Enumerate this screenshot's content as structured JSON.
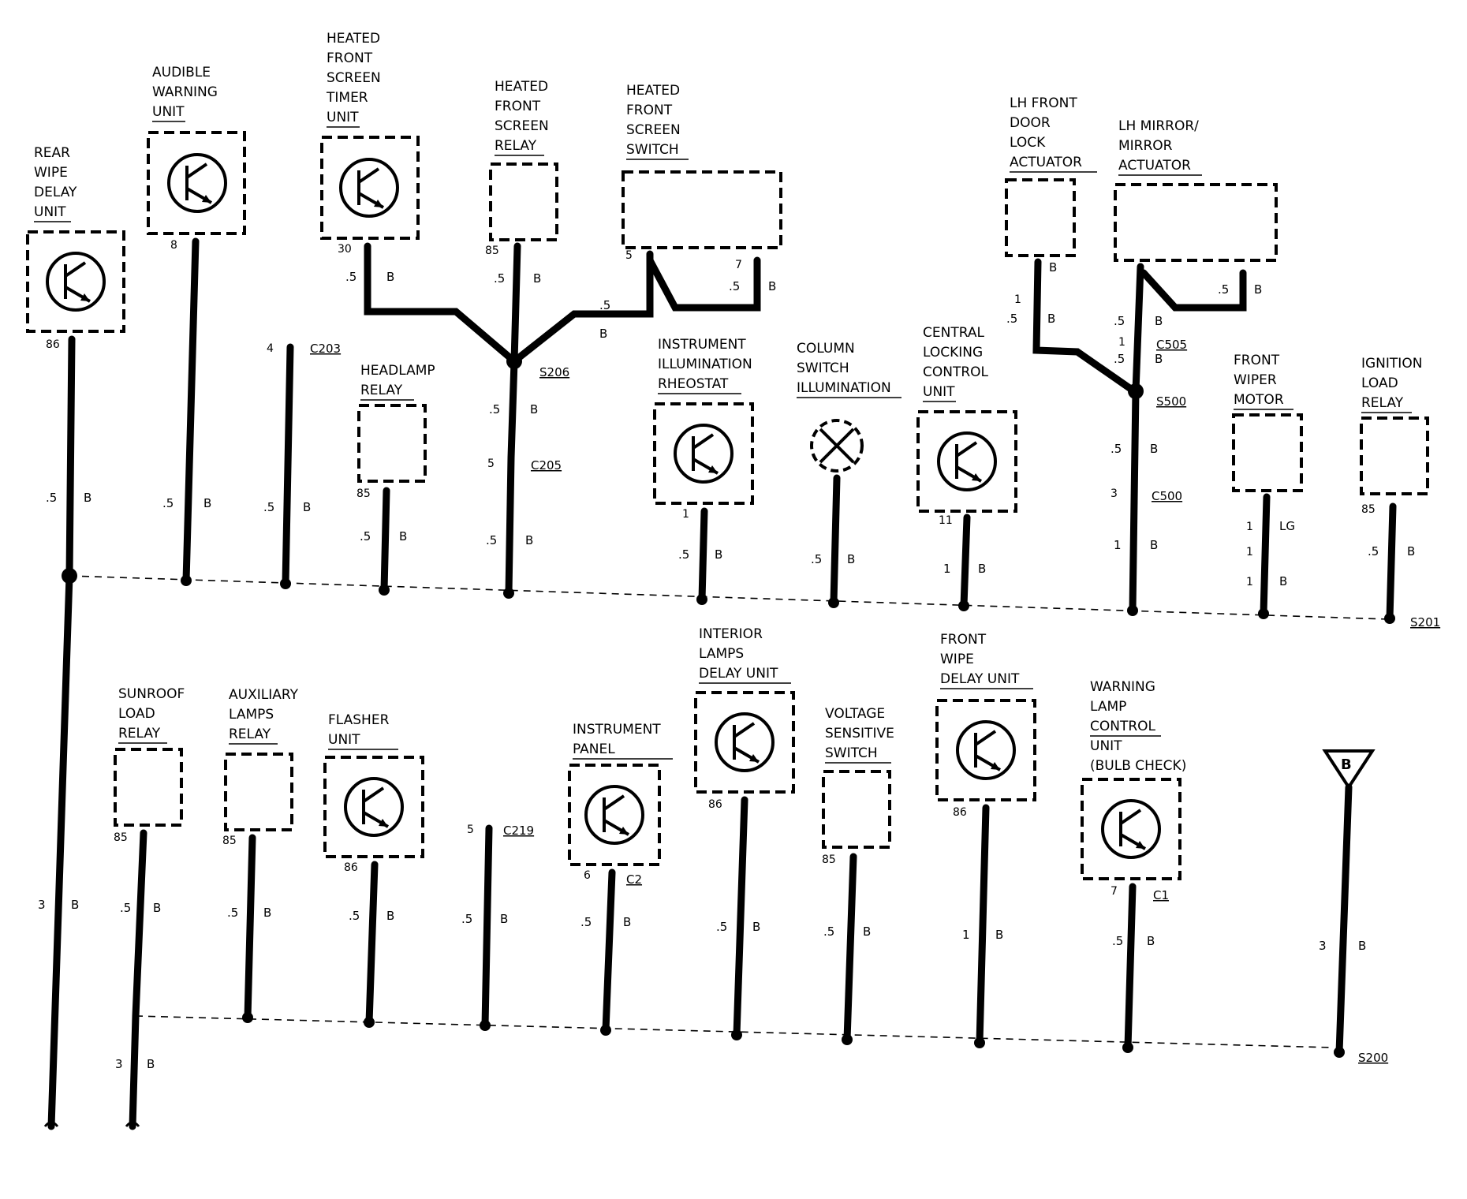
{
  "components": {
    "rear_wipe": [
      "REAR",
      "WIPE",
      "DELAY",
      "UNIT"
    ],
    "audible": [
      "AUDIBLE",
      "WARNING",
      "UNIT"
    ],
    "hfs_timer": [
      "HEATED",
      "FRONT",
      "SCREEN",
      "TIMER",
      "UNIT"
    ],
    "hfs_relay": [
      "HEATED",
      "FRONT",
      "SCREEN",
      "RELAY"
    ],
    "hfs_switch": [
      "HEATED",
      "FRONT",
      "SCREEN",
      "SWITCH"
    ],
    "lh_door": [
      "LH FRONT",
      "DOOR",
      "LOCK",
      "ACTUATOR"
    ],
    "lh_mirror": [
      "LH MIRROR/",
      "MIRROR",
      "ACTUATOR"
    ],
    "headlamp": [
      "HEADLAMP",
      "RELAY"
    ],
    "instr_illum": [
      "INSTRUMENT",
      "ILLUMINATION",
      "RHEOSTAT"
    ],
    "column_switch": [
      "COLUMN",
      "SWITCH",
      "ILLUMINATION"
    ],
    "central_locking": [
      "CENTRAL",
      "LOCKING",
      "CONTROL",
      "UNIT"
    ],
    "front_wiper": [
      "FRONT",
      "WIPER",
      "MOTOR"
    ],
    "ignition_load": [
      "IGNITION",
      "LOAD",
      "RELAY"
    ],
    "sunroof": [
      "SUNROOF",
      "LOAD",
      "RELAY"
    ],
    "aux_lamps": [
      "AUXILIARY",
      "LAMPS",
      "RELAY"
    ],
    "flasher": [
      "FLASHER",
      "UNIT"
    ],
    "instr_panel": [
      "INSTRUMENT",
      "PANEL"
    ],
    "interior_lamps": [
      "INTERIOR",
      "LAMPS",
      "DELAY UNIT"
    ],
    "voltage_switch": [
      "VOLTAGE",
      "SENSITIVE",
      "SWITCH"
    ],
    "front_wipe": [
      "FRONT",
      "WIPE",
      "DELAY UNIT"
    ],
    "warning_lamp": [
      "WARNING",
      "LAMP",
      "CONTROL",
      "UNIT",
      "(BULB CHECK)"
    ]
  },
  "connectors": {
    "C203": "C203",
    "C205": "C205",
    "C505": "C505",
    "C500": "C500",
    "C219": "C219",
    "C2": "C2",
    "C1": "C1"
  },
  "splices": {
    "S206": "S206",
    "S500": "S500",
    "S201": "S201",
    "S200": "S200"
  },
  "ground_symbol": "B",
  "pins": {
    "rear_wipe": "86",
    "audible": "8",
    "c203": "4",
    "hfs_timer": "30",
    "hfs_relay": "85",
    "hfs_switch_a": "5",
    "hfs_switch_b": "7",
    "c205": "5",
    "headlamp": "85",
    "instr_illum": "1",
    "central_locking": "11",
    "lh_door": "1",
    "c505_a": "1",
    "c500": "3",
    "wiper_a": "1",
    "wiper_b": "1",
    "wiper_c": "1",
    "ignition": "85",
    "sunroof": "85",
    "aux_lamps": "85",
    "flasher": "86",
    "c219": "5",
    "instr_panel": "6",
    "interior_lamps": "86",
    "voltage_switch": "85",
    "front_wipe": "86",
    "warning_lamp": "7"
  },
  "wires": {
    "rear_wipe": {
      "size": ".5",
      "color": "B"
    },
    "audible": {
      "size": ".5",
      "color": "B"
    },
    "c203": {
      "size": ".5",
      "color": "B"
    },
    "hfs_timer": {
      "size": ".5",
      "color": "B"
    },
    "hfs_relay": {
      "size": ".5",
      "color": "B"
    },
    "hfs_switch_link": {
      "size": ".5",
      "color": "B"
    },
    "hfs_switch_b": {
      "size": ".5",
      "color": "B"
    },
    "s206_down": {
      "size": ".5",
      "color": "B"
    },
    "c205_down": {
      "size": ".5",
      "color": "B"
    },
    "headlamp": {
      "size": ".5",
      "color": "B"
    },
    "instr_illum": {
      "size": ".5",
      "color": "B"
    },
    "column_switch": {
      "size": ".5",
      "color": "B"
    },
    "central_locking": {
      "size": "1",
      "color": "B"
    },
    "lh_door": {
      "size": ".5",
      "color": "B"
    },
    "lh_door_low": {
      "size": ".5",
      "color": "B"
    },
    "mirror_a": {
      "size": ".5",
      "color": "B"
    },
    "mirror_b": {
      "size": ".5",
      "color": "B"
    },
    "c505_low": {
      "size": ".5",
      "color": "B"
    },
    "s500_down": {
      "size": ".5",
      "color": "B"
    },
    "c500_down": {
      "size": "1",
      "color": "B"
    },
    "wiper_lg": {
      "size": "",
      "color": "LG"
    },
    "wiper_b": {
      "size": "",
      "color": "B"
    },
    "ignition": {
      "size": ".5",
      "color": "B"
    },
    "main_ground_a": {
      "size": "3",
      "color": "B"
    },
    "main_ground_b": {
      "size": "3",
      "color": "B"
    },
    "sunroof": {
      "size": ".5",
      "color": "B"
    },
    "aux_lamps": {
      "size": ".5",
      "color": "B"
    },
    "flasher": {
      "size": ".5",
      "color": "B"
    },
    "c219": {
      "size": ".5",
      "color": "B"
    },
    "instr_panel": {
      "size": ".5",
      "color": "B"
    },
    "interior_lamps": {
      "size": ".5",
      "color": "B"
    },
    "voltage_switch": {
      "size": ".5",
      "color": "B"
    },
    "front_wipe": {
      "size": "1",
      "color": "B"
    },
    "warning_lamp": {
      "size": ".5",
      "color": "B"
    },
    "ground_b": {
      "size": "3",
      "color": "B"
    }
  }
}
